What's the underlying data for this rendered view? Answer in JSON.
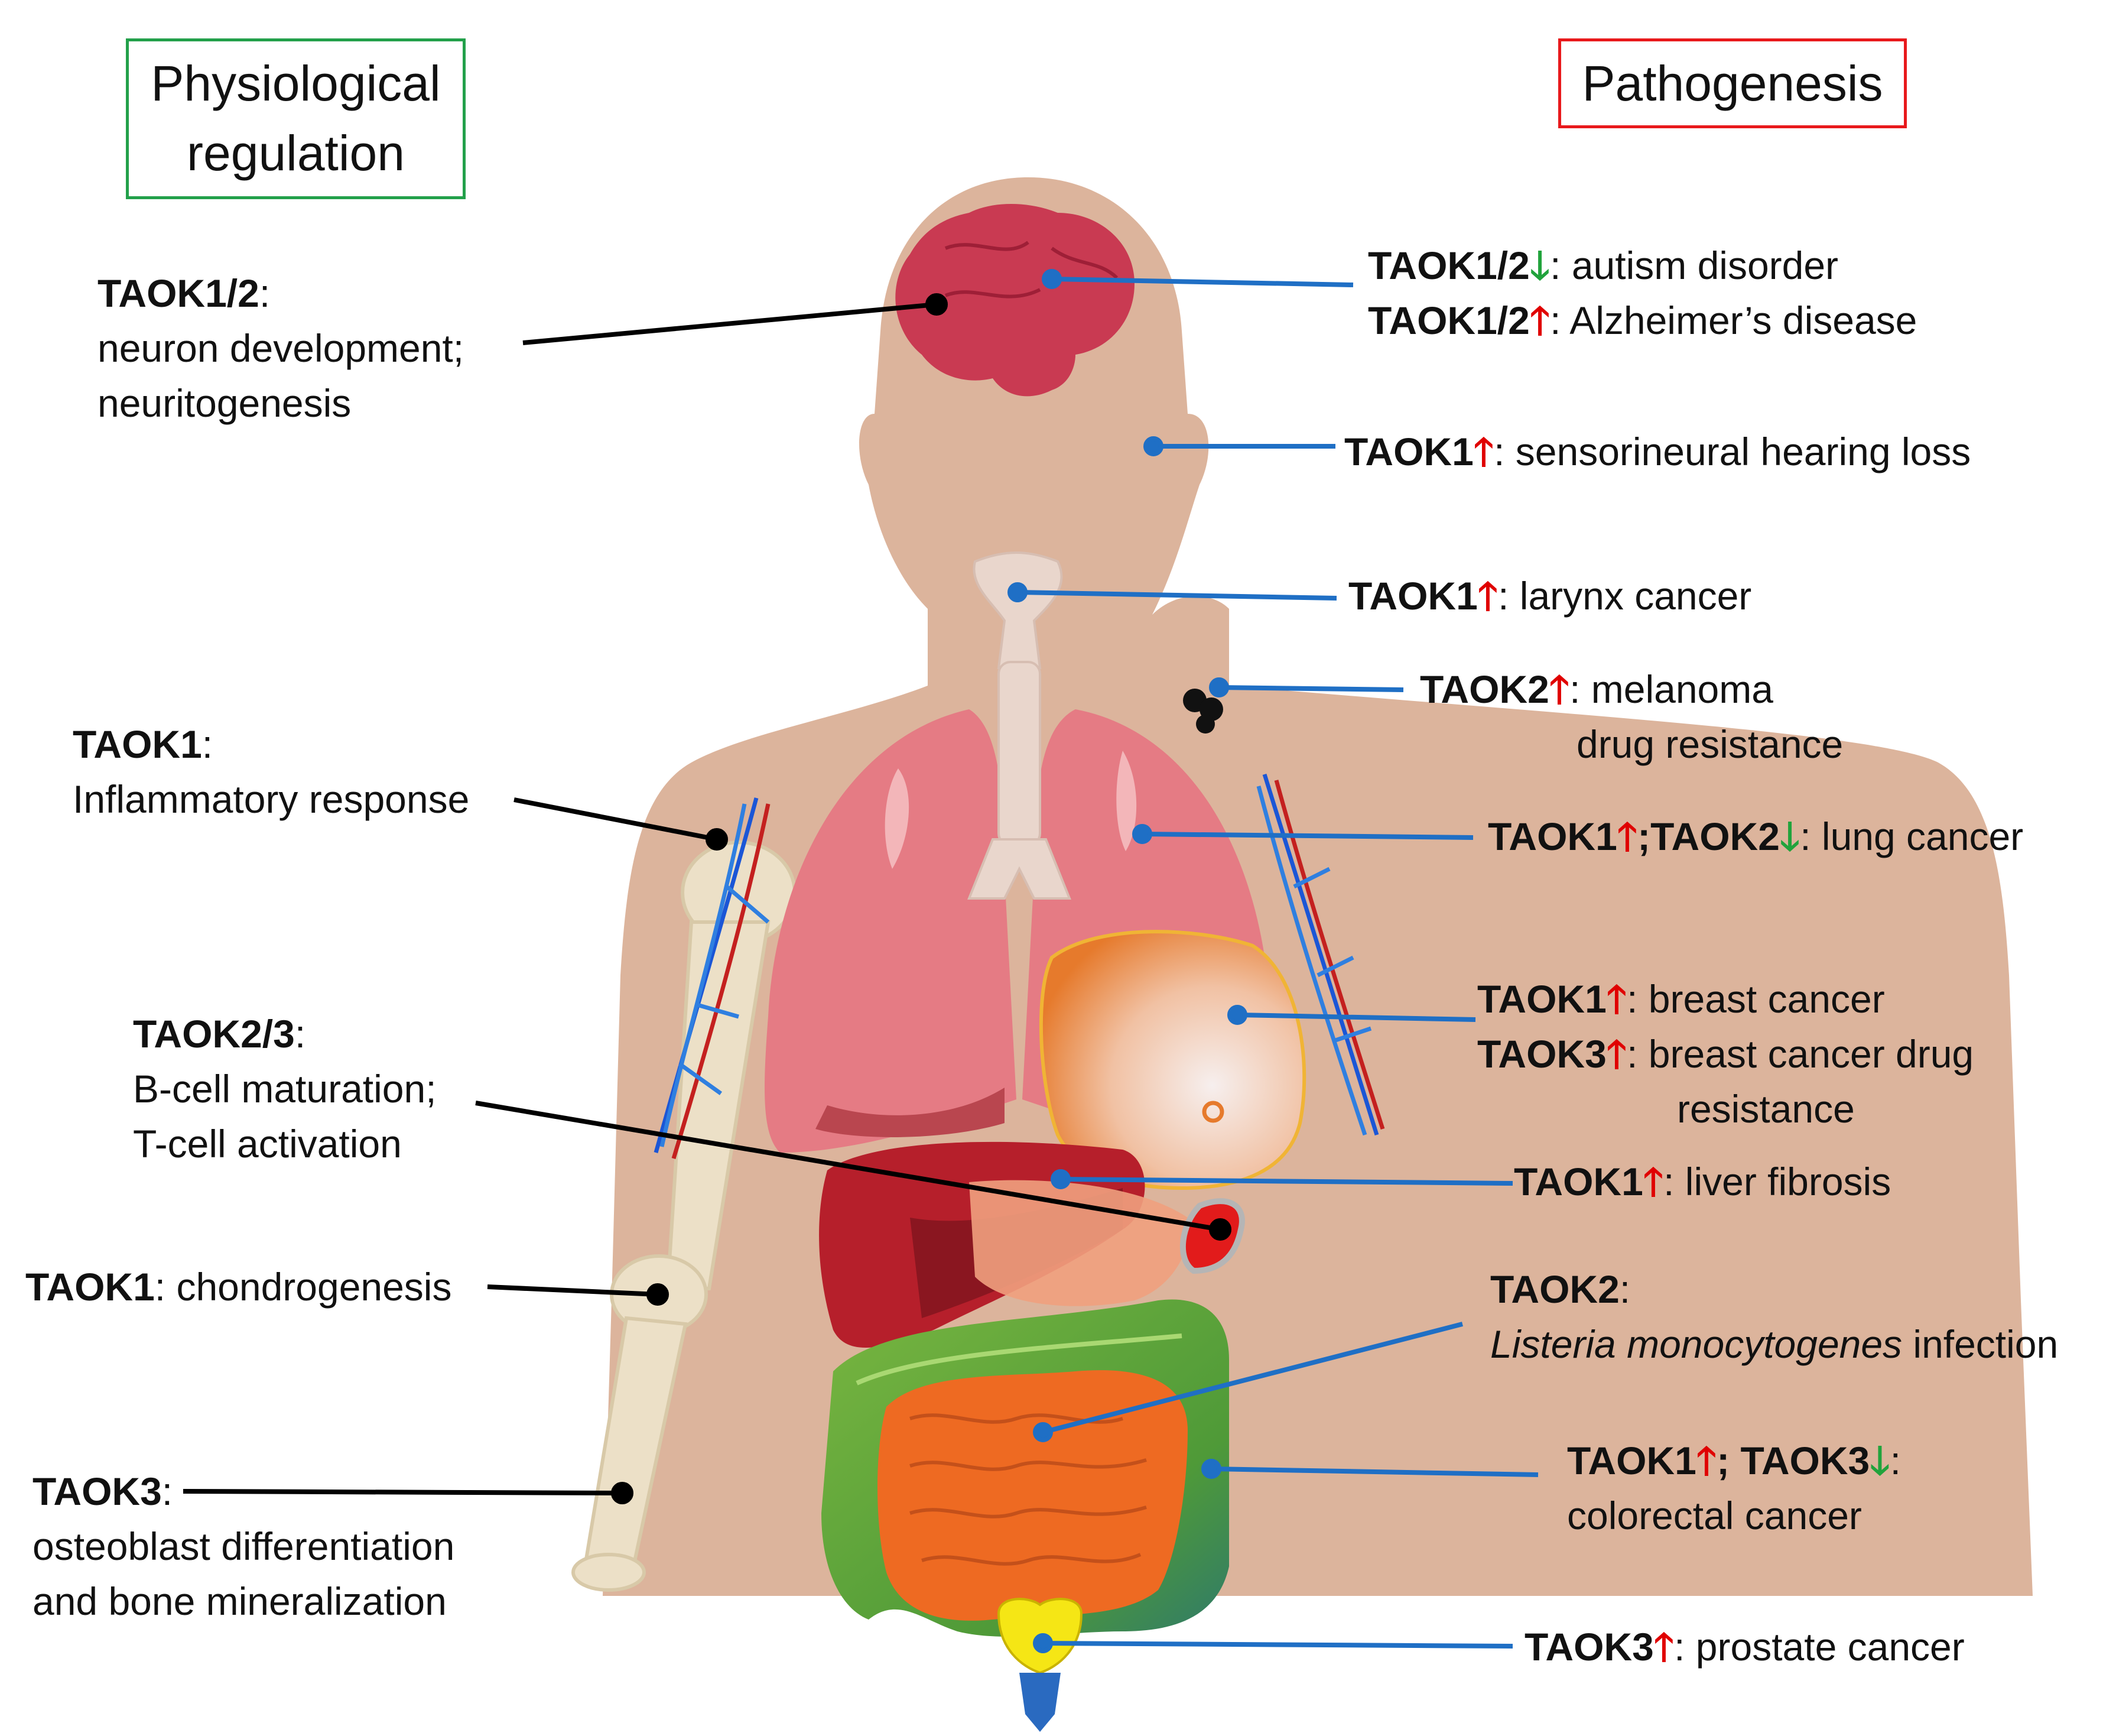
{
  "headers": {
    "left": [
      "Physiological",
      "regulation"
    ],
    "right": "Pathogenesis"
  },
  "colors": {
    "up_arrow": "#e00000",
    "down_arrow": "#21a33c",
    "left_leader": "#000000",
    "right_leader": "#1f6fc5",
    "left_header_border": "#22a04a",
    "right_header_border": "#e8191c",
    "body": "#dcb49c"
  },
  "arrows": {
    "up": "🡑",
    "down": "🡓"
  },
  "physiological": [
    {
      "gene": "TAOK1/2",
      "sep": ":",
      "lines": [
        "neuron development;",
        "neuritogenesis"
      ]
    },
    {
      "gene": "TAOK1",
      "sep": ":",
      "lines": [
        "Inflammatory response"
      ]
    },
    {
      "gene": "TAOK2/3",
      "sep": ":",
      "lines": [
        "B-cell maturation;",
        "T-cell activation"
      ]
    },
    {
      "gene": "TAOK1",
      "sep": ":",
      "inline": " chondrogenesis"
    },
    {
      "gene": "TAOK3",
      "sep": ":",
      "lines": [
        "osteoblast differentiation",
        "and bone mineralization"
      ]
    }
  ],
  "pathogenesis": {
    "brain": [
      {
        "gene": "TAOK1/2",
        "dir": "down",
        "text": ": autism disorder"
      },
      {
        "gene": "TAOK1/2",
        "dir": "up",
        "text": ": Alzheimer’s disease"
      }
    ],
    "ear": {
      "gene": "TAOK1",
      "dir": "up",
      "text": ":  sensorineural hearing loss"
    },
    "larynx": {
      "gene": "TAOK1",
      "dir": "up",
      "text": ":  larynx cancer"
    },
    "skin": {
      "gene": "TAOK2",
      "dir": "up",
      "text": ":  melanoma",
      "line2": "drug resistance"
    },
    "lung": {
      "gene1": "TAOK1",
      "dir1": "up",
      "sep": ";",
      "gene2": "TAOK2",
      "dir2": "down",
      "text": ":  lung cancer"
    },
    "breast": [
      {
        "gene": "TAOK1",
        "dir": "up",
        "text": ":  breast cancer"
      },
      {
        "gene": "TAOK3",
        "dir": "up",
        "text": ":  breast cancer drug"
      }
    ],
    "breast_line3": "resistance",
    "liver": {
      "gene": "TAOK1",
      "dir": "up",
      "text": ":  liver fibrosis"
    },
    "intestine": {
      "gene": "TAOK2",
      "sep": ":",
      "italic": "Listeria monocytogenes",
      "text": " infection"
    },
    "colon": {
      "gene1": "TAOK1",
      "dir1": "up",
      "sep": "; ",
      "gene2": "TAOK3",
      "dir2": "down",
      "text": ":",
      "line2": "colorectal cancer"
    },
    "prostate": {
      "gene": "TAOK3",
      "dir": "up",
      "text": ":  prostate cancer"
    }
  }
}
